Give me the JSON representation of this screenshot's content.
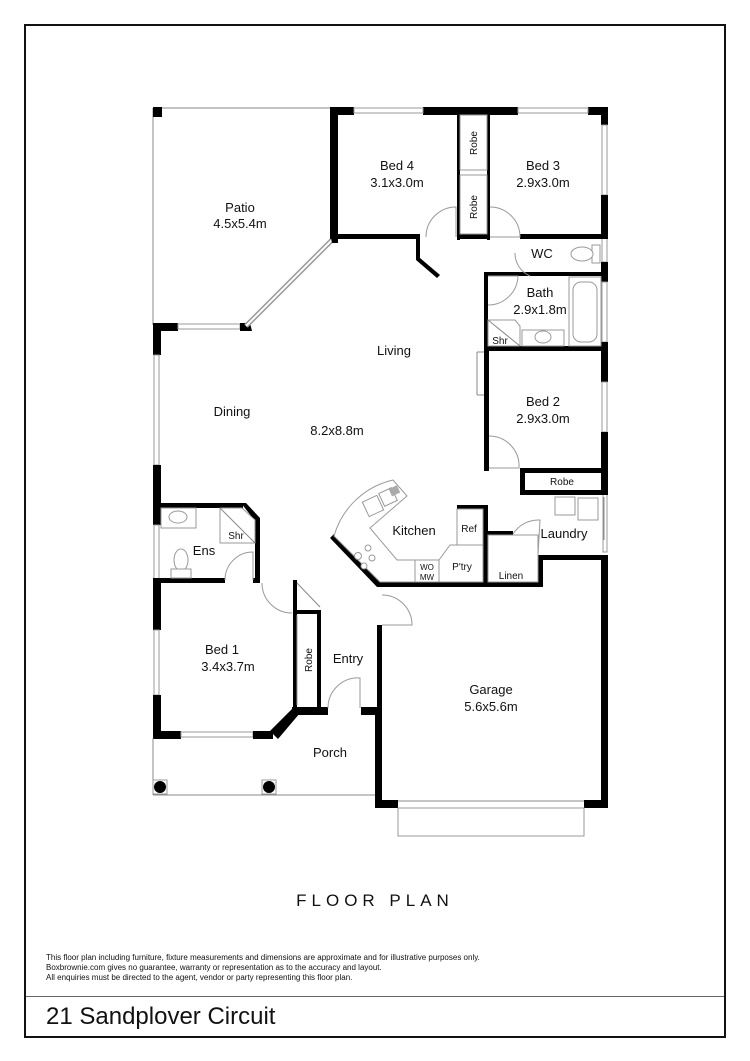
{
  "document": {
    "title": "FLOOR PLAN",
    "address": "21 Sandplover Circuit",
    "disclaimer": [
      "This floor plan including furniture, fixture measurements and dimensions are approximate and for illustrative purposes only.",
      "Boxbrownie.com gives no guarantee, warranty or representation as to the accuracy and layout.",
      "All enquiries must be directed to the agent, vendor or party representing this floor plan."
    ]
  },
  "rooms": {
    "patio": {
      "name": "Patio",
      "size": "4.5x5.4m"
    },
    "bed4": {
      "name": "Bed 4",
      "size": "3.1x3.0m"
    },
    "bed3": {
      "name": "Bed 3",
      "size": "2.9x3.0m"
    },
    "robe_top1": {
      "name": "Robe"
    },
    "robe_top2": {
      "name": "Robe"
    },
    "wc": {
      "name": "WC"
    },
    "bath": {
      "name": "Bath",
      "size": "2.9x1.8m"
    },
    "bath_shower": {
      "name": "Shr"
    },
    "living": {
      "name": "Living"
    },
    "dining": {
      "name": "Dining"
    },
    "living_dining_size": {
      "size": "8.2x8.8m"
    },
    "bed2": {
      "name": "Bed 2",
      "size": "2.9x3.0m"
    },
    "robe_bed2": {
      "name": "Robe"
    },
    "kitchen": {
      "name": "Kitchen"
    },
    "ref": {
      "name": "Ref"
    },
    "wo": {
      "name": "WO"
    },
    "mw": {
      "name": "MW"
    },
    "pantry": {
      "name": "P'try"
    },
    "laundry": {
      "name": "Laundry"
    },
    "linen": {
      "name": "Linen"
    },
    "ens": {
      "name": "Ens"
    },
    "ens_shower": {
      "name": "Shr"
    },
    "bed1": {
      "name": "Bed 1",
      "size": "3.4x3.7m"
    },
    "robe_bed1": {
      "name": "Robe"
    },
    "entry": {
      "name": "Entry"
    },
    "garage": {
      "name": "Garage",
      "size": "5.6x5.6m"
    },
    "porch": {
      "name": "Porch"
    }
  },
  "colors": {
    "wall": "#000000",
    "line": "#888888",
    "background": "#ffffff"
  }
}
